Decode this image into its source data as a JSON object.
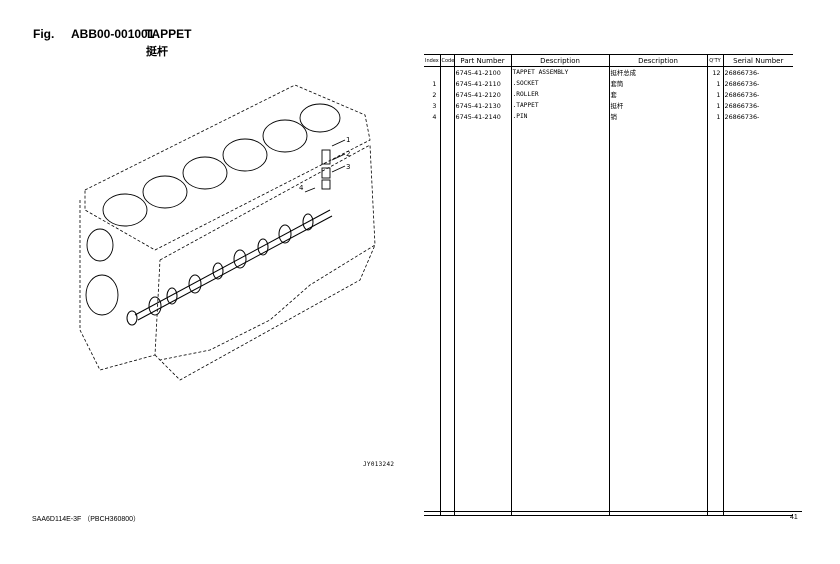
{
  "header": {
    "fig_label": "Fig.",
    "fig_code": "ABB00-001001",
    "part_name": "TAPPET",
    "part_name_cn": "挺杆"
  },
  "drawing": {
    "drawing_id": "JY013242",
    "callouts": [
      "1",
      "2",
      "3",
      "4"
    ]
  },
  "table": {
    "columns": [
      "Index",
      "Code",
      "Part Number",
      "Description",
      "Description",
      "Q'TY",
      "Serial Number"
    ],
    "rows": [
      {
        "index": "",
        "code": "",
        "part_number": "6745-41-2100",
        "description": "TAPPET ASSEMBLY",
        "description_cn": "挺杆总成",
        "qty": "12",
        "serial": "26866736-"
      },
      {
        "index": "1",
        "code": "",
        "part_number": "6745-41-2110",
        "description": ".SOCKET",
        "description_cn": "套筒",
        "qty": "1",
        "serial": "26866736-"
      },
      {
        "index": "2",
        "code": "",
        "part_number": "6745-41-2120",
        "description": ".ROLLER",
        "description_cn": "套",
        "qty": "1",
        "serial": "26866736-"
      },
      {
        "index": "3",
        "code": "",
        "part_number": "6745-41-2130",
        "description": ".TAPPET",
        "description_cn": "挺杆",
        "qty": "1",
        "serial": "26866736-"
      },
      {
        "index": "4",
        "code": "",
        "part_number": "6745-41-2140",
        "description": ".PIN",
        "description_cn": "销",
        "qty": "1",
        "serial": "26866736-"
      }
    ]
  },
  "footer": {
    "model": "SAA6D114E-3F （PBCH360800）",
    "page_number": "41"
  }
}
